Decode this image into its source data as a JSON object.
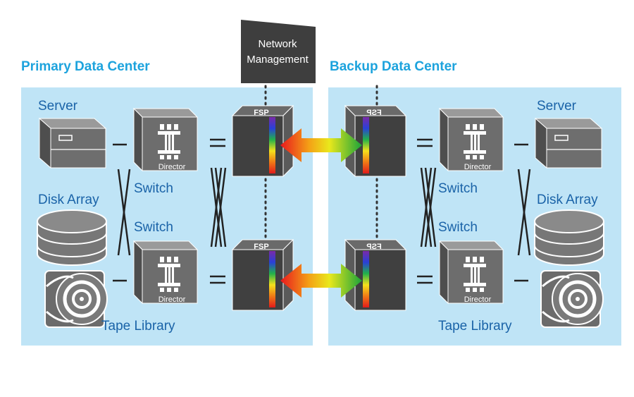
{
  "network_management": {
    "line1": "Network",
    "line2": "Management"
  },
  "primary": {
    "title": "Primary Data Center",
    "server": "Server",
    "disk_array": "Disk Array",
    "switch_top": "Switch",
    "switch_bottom": "Switch",
    "tape_library": "Tape Library",
    "director_label": "Director",
    "fsp_label": "FSP"
  },
  "backup": {
    "title": "Backup Data Center",
    "server": "Server",
    "disk_array": "Disk Array",
    "switch_top": "Switch",
    "switch_bottom": "Switch",
    "tape_library": "Tape Library",
    "director_label": "Director",
    "fsp_label": "FSP"
  },
  "colors": {
    "panel": "#bfe4f6",
    "title": "#1da3dd",
    "label": "#1a63a8",
    "device": "#6d6d6d",
    "fsp": "#3a3a3a"
  }
}
